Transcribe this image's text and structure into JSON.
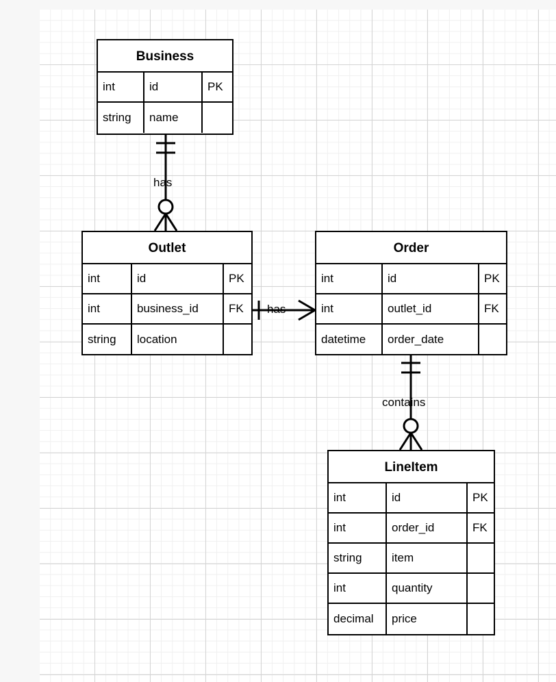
{
  "diagram": {
    "type": "entity-relationship-diagram",
    "notation": "crows-foot",
    "background": "#ffffff",
    "line_color": "#000000",
    "grid_minor_color": "#f0f0f0",
    "grid_major_color": "#d4d4d4"
  },
  "entities": [
    {
      "id": "business",
      "name": "Business",
      "columns": [
        "type",
        "name",
        "key"
      ],
      "attributes": [
        {
          "type": "int",
          "name": "id",
          "key": "PK"
        },
        {
          "type": "string",
          "name": "name",
          "key": ""
        }
      ]
    },
    {
      "id": "outlet",
      "name": "Outlet",
      "columns": [
        "type",
        "name",
        "key"
      ],
      "attributes": [
        {
          "type": "int",
          "name": "id",
          "key": "PK"
        },
        {
          "type": "int",
          "name": "business_id",
          "key": "FK"
        },
        {
          "type": "string",
          "name": "location",
          "key": ""
        }
      ]
    },
    {
      "id": "order",
      "name": "Order",
      "columns": [
        "type",
        "name",
        "key"
      ],
      "attributes": [
        {
          "type": "int",
          "name": "id",
          "key": "PK"
        },
        {
          "type": "int",
          "name": "outlet_id",
          "key": "FK"
        },
        {
          "type": "datetime",
          "name": "order_date",
          "key": ""
        }
      ]
    },
    {
      "id": "lineitem",
      "name": "LineItem",
      "columns": [
        "type",
        "name",
        "key"
      ],
      "attributes": [
        {
          "type": "int",
          "name": "id",
          "key": "PK"
        },
        {
          "type": "int",
          "name": "order_id",
          "key": "FK"
        },
        {
          "type": "string",
          "name": "item",
          "key": ""
        },
        {
          "type": "int",
          "name": "quantity",
          "key": ""
        },
        {
          "type": "decimal",
          "name": "price",
          "key": ""
        }
      ]
    }
  ],
  "relationships": [
    {
      "id": "business-has-outlet",
      "label": "has",
      "from": "Business",
      "to": "Outlet",
      "from_cardinality": "exactly-one",
      "to_cardinality": "zero-or-many",
      "orientation": "vertical"
    },
    {
      "id": "outlet-has-order",
      "label": "has",
      "from": "Outlet",
      "to": "Order",
      "from_cardinality": "one",
      "to_cardinality": "many",
      "orientation": "horizontal"
    },
    {
      "id": "order-contains-lineitem",
      "label": "contains",
      "from": "Order",
      "to": "LineItem",
      "from_cardinality": "exactly-one",
      "to_cardinality": "zero-or-many",
      "orientation": "vertical"
    }
  ]
}
